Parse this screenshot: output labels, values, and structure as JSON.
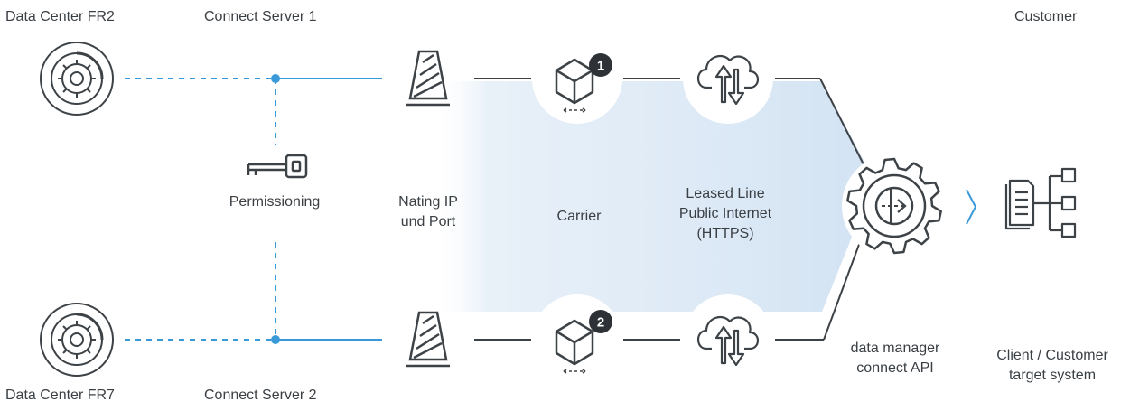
{
  "labels": {
    "dc_top": "Data Center FR2",
    "dc_bottom": "Data Center FR7",
    "server_top": "Connect Server 1",
    "server_bottom": "Connect Server 2",
    "customer": "Customer",
    "permissioning": "Permissioning",
    "nating_line1": "Nating IP",
    "nating_line2": "und Port",
    "carrier": "Carrier",
    "leased_line1": "Leased Line",
    "leased_line2": "Public Internet",
    "leased_line3": "(HTTPS)",
    "api_line1": "data manager",
    "api_line2": "connect API",
    "client_line1": "Client / Customer",
    "client_line2": "target system"
  },
  "badges": {
    "top": "1",
    "bottom": "2"
  },
  "colors": {
    "stroke": "#3d4247",
    "accent": "#3a9ad9",
    "band": "#dde9f5",
    "bubble": "#ffffff",
    "badge": "#2e3236"
  },
  "icons": [
    "datacenter-icon",
    "key-icon",
    "traffic-cone-icon",
    "cube-icon",
    "cloud-transfer-icon",
    "gear-api-icon",
    "chevron-right-icon",
    "network-document-icon"
  ]
}
